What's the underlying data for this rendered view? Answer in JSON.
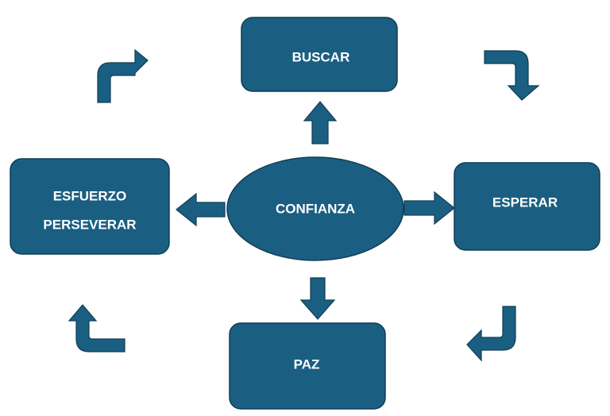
{
  "colors": {
    "node_fill": "#1a5f82",
    "node_stroke": "#0f3d55",
    "arrow_fill": "#1a5f82",
    "text": "#ffffff",
    "background": "#ffffff"
  },
  "nodes": {
    "center": {
      "label": "CONFIANZA"
    },
    "top": {
      "label": "BUSCAR"
    },
    "right": {
      "label": "ESPERAR"
    },
    "bottom": {
      "label": "PAZ"
    },
    "left": {
      "line1": "ESFUERZO",
      "line2": "PERSEVERAR"
    }
  }
}
